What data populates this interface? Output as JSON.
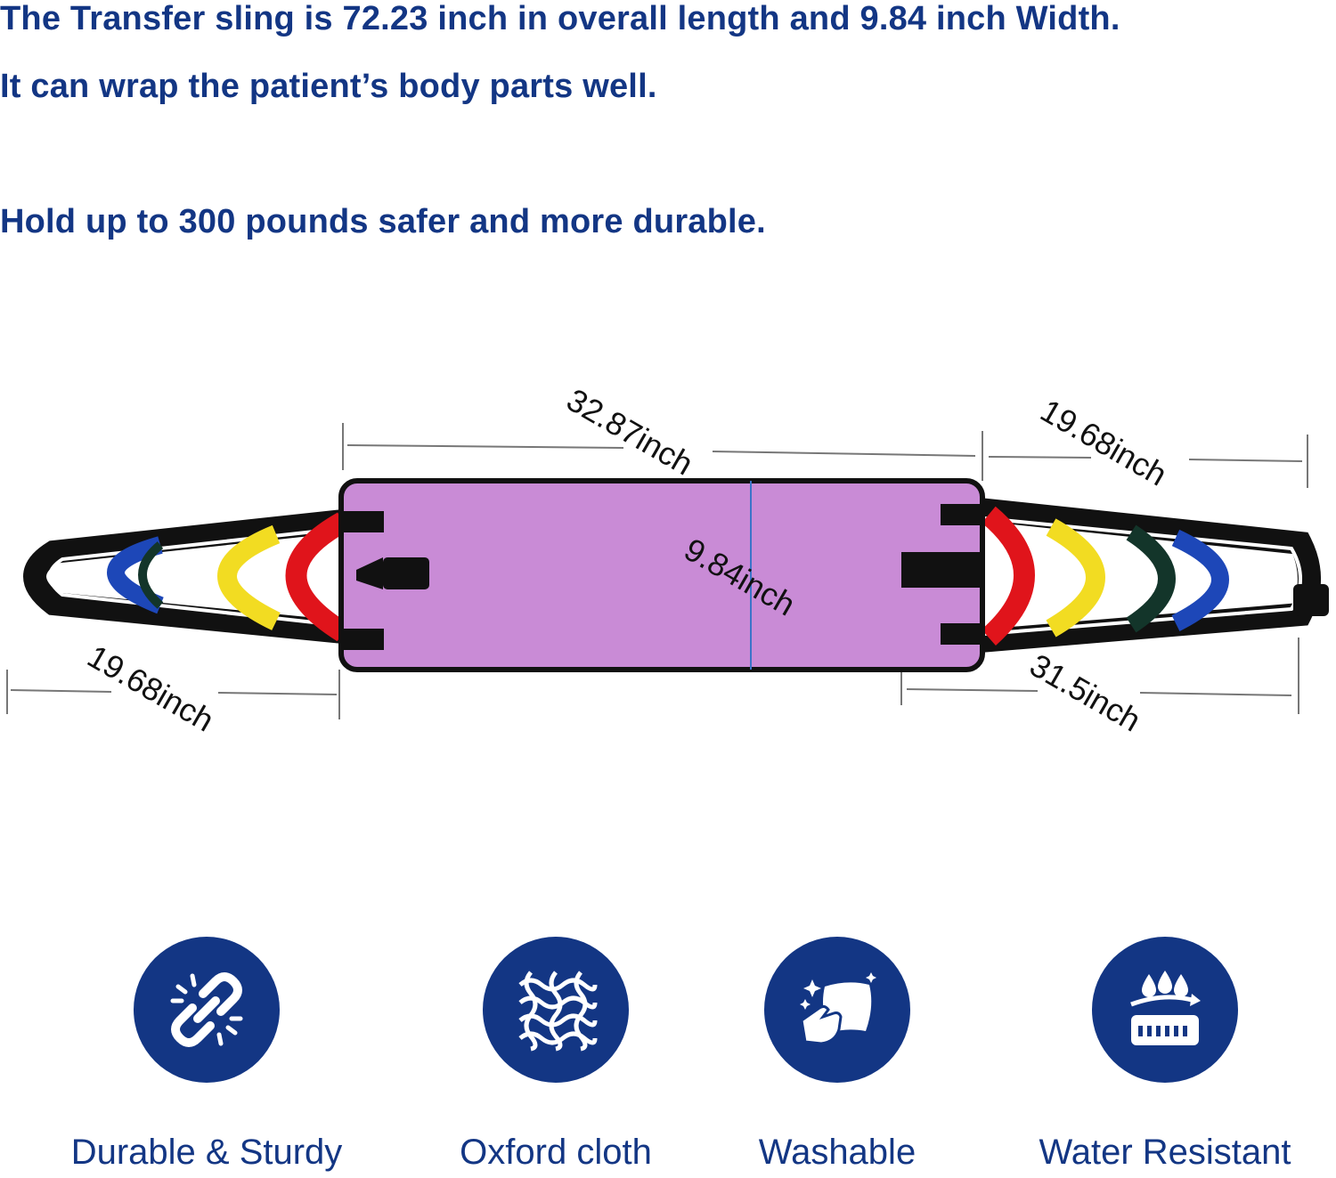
{
  "intro": {
    "line1": "The Transfer sling is 72.23 inch in overall length and 9.84 inch Width.",
    "line2": "It can wrap the patient’s body parts well.",
    "line3": "Hold up to 300 pounds safer and more durable."
  },
  "dimensions": {
    "top": "32.87inch",
    "right_top": "19.68inch",
    "width": "9.84inch",
    "left": "19.68inch",
    "right_bottom": "31.5inch"
  },
  "colors": {
    "text": "#133684",
    "pad": "#c98bd6",
    "handle_red": "#e0141b",
    "handle_yellow": "#f2dc22",
    "handle_blue": "#1d47b8",
    "handle_green": "#13352a"
  },
  "features": [
    {
      "label": "Durable & Sturdy",
      "icon": "chain-link-icon"
    },
    {
      "label": "Oxford cloth",
      "icon": "woven-fabric-icon"
    },
    {
      "label": "Washable",
      "icon": "hand-wiping-cloth-icon"
    },
    {
      "label": "Water Resistant",
      "icon": "water-drops-membrane-icon"
    }
  ]
}
